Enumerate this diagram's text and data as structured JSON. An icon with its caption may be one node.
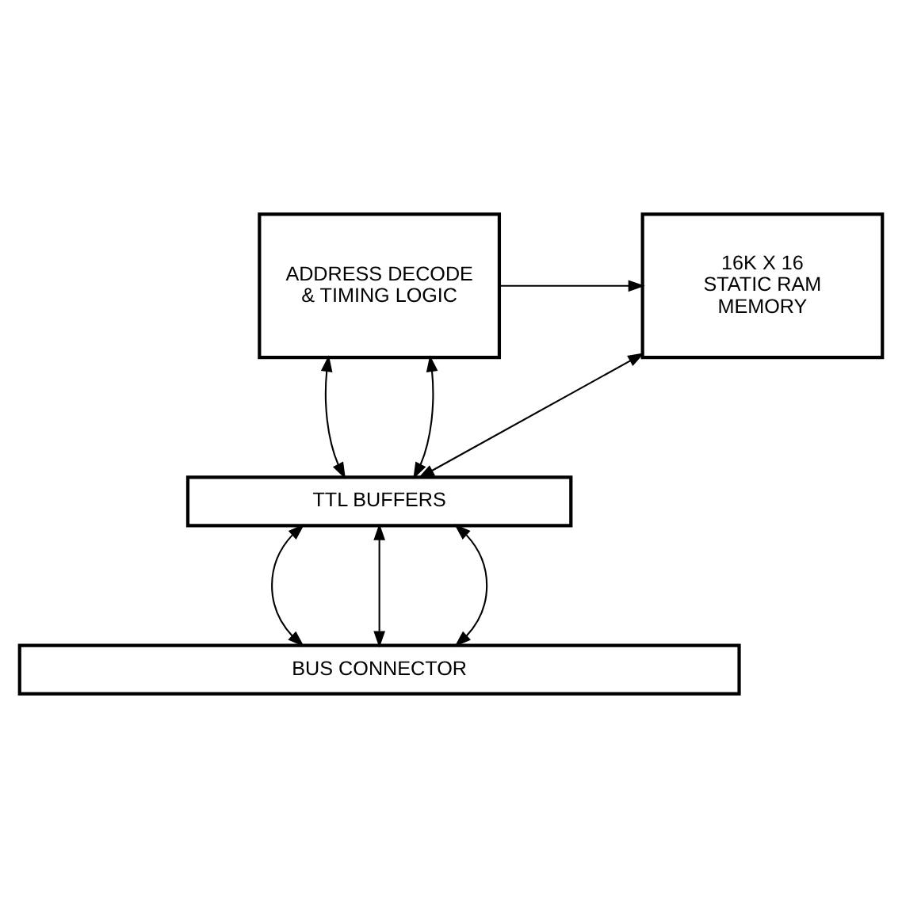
{
  "diagram": {
    "nodes": [
      {
        "text": [
          "16K X 16 STATIC RAM MEMORY"
        ]
      },
      {
        "text": [
          "ADDRESS DECODE & TIMING LOGIC"
        ]
      },
      {
        "text": [
          "TTL BUFFERS"
        ]
      },
      {
        "text": [
          "BUS CONNECTOR"
        ]
      }
    ],
    "edges": [
      {
        "from": 1,
        "to": 0,
        "arrow": "to"
      },
      {
        "from": 0,
        "to": 2,
        "arrow": "both"
      },
      {
        "from": 1,
        "to": 2,
        "arrow": "both"
      },
      {
        "from": 1,
        "to": 2,
        "arrow": "both"
      },
      {
        "from": 2,
        "to": 3,
        "arrow": "both"
      },
      {
        "from": 2,
        "to": 3,
        "arrow": "both"
      },
      {
        "from": 2,
        "to": 3,
        "arrow": "both"
      }
    ]
  }
}
